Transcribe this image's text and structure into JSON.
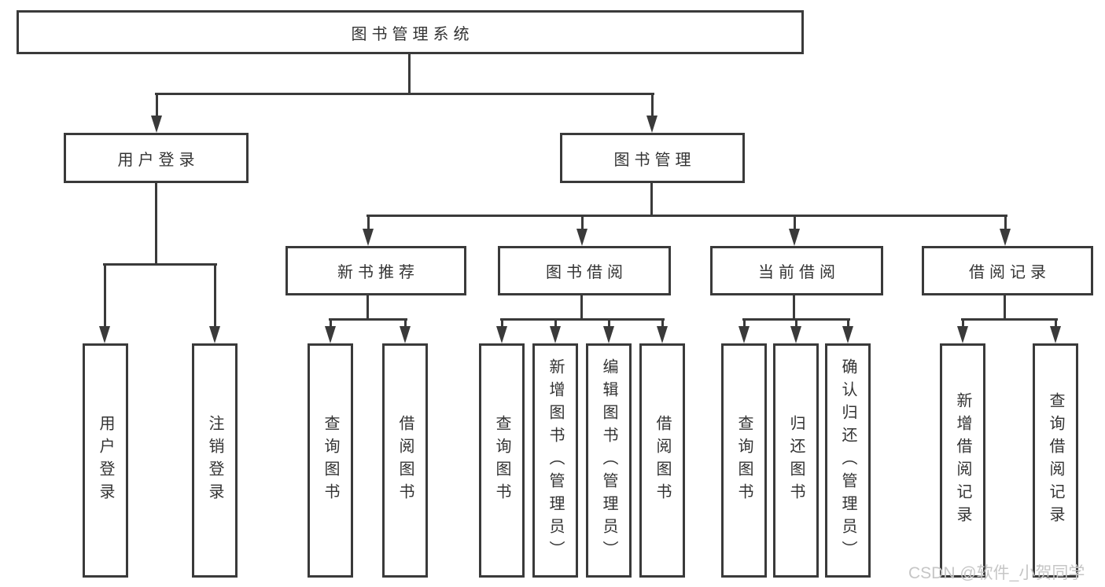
{
  "diagram": {
    "root": {
      "label": "图书管理系统"
    },
    "level2": [
      {
        "label": "用户登录"
      },
      {
        "label": "图书管理"
      }
    ],
    "level3": [
      {
        "label": "新书推荐"
      },
      {
        "label": "图书借阅"
      },
      {
        "label": "当前借阅"
      },
      {
        "label": "借阅记录"
      }
    ],
    "leaves_user": [
      {
        "label": "用户登录"
      },
      {
        "label": "注销登录"
      }
    ],
    "leaves_newbook": [
      {
        "label": "查询图书"
      },
      {
        "label": "借阅图书"
      }
    ],
    "leaves_borrow": [
      {
        "label": "查询图书"
      },
      {
        "label": "新增图书（管理员）"
      },
      {
        "label": "编辑图书（管理员）"
      },
      {
        "label": "借阅图书"
      }
    ],
    "leaves_current": [
      {
        "label": "查询图书"
      },
      {
        "label": "归还图书"
      },
      {
        "label": "确认归还（管理员）"
      }
    ],
    "leaves_record": [
      {
        "label": "新增借阅记录"
      },
      {
        "label": "查询借阅记录"
      }
    ],
    "colors": {
      "line": "#3a3a3a",
      "text": "#333333",
      "background": "#ffffff",
      "watermark": "#c6c6c6"
    }
  },
  "watermark": {
    "text": "CSDN @软件_小贺同学"
  }
}
